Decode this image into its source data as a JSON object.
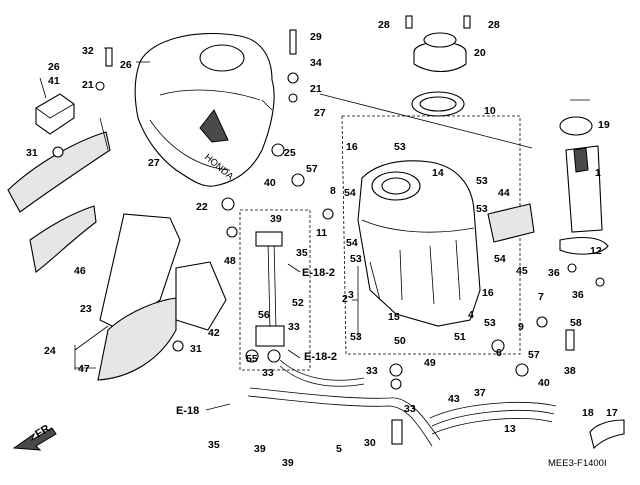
{
  "diagram": {
    "code": "MEE3-F1400I",
    "direction_label": "FR.",
    "brand_text": "HONDA",
    "refs": [
      {
        "id": "e18-2-upper",
        "label": "E-18-2"
      },
      {
        "id": "e18-2-lower",
        "label": "E-18-2"
      },
      {
        "id": "e18",
        "label": "E-18"
      }
    ],
    "callouts": [
      "1",
      "2",
      "3",
      "4",
      "5",
      "6",
      "7",
      "8",
      "9",
      "10",
      "11",
      "12",
      "13",
      "14",
      "15",
      "16",
      "16",
      "17",
      "18",
      "19",
      "20",
      "21",
      "21",
      "22",
      "23",
      "24",
      "25",
      "26",
      "26",
      "27",
      "27",
      "28",
      "28",
      "29",
      "30",
      "31",
      "31",
      "32",
      "33",
      "33",
      "33",
      "33",
      "34",
      "35",
      "35",
      "36",
      "36",
      "37",
      "38",
      "39",
      "39",
      "39",
      "40",
      "40",
      "41",
      "42",
      "43",
      "44",
      "45",
      "46",
      "47",
      "48",
      "49",
      "50",
      "51",
      "52",
      "53",
      "53",
      "53",
      "53",
      "53",
      "53",
      "54",
      "54",
      "54",
      "55",
      "56",
      "57",
      "57",
      "58"
    ]
  }
}
